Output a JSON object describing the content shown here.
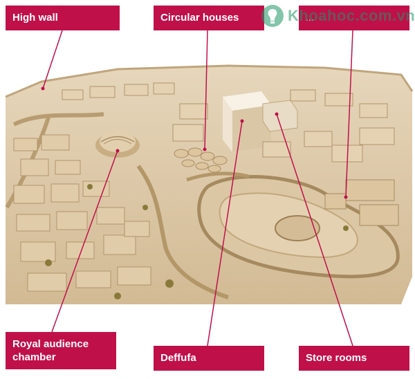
{
  "labels": {
    "high_wall": "High wall",
    "circular_houses": "Circular houses",
    "royal_audience_chamber": "Royal audience\nchamber",
    "deffufa": "Deffufa",
    "store_rooms": "Store rooms",
    "third_label_partial": "..."
  },
  "watermark": {
    "text": "Khoahoc.com.vn"
  },
  "colors": {
    "label_bg": "#c0104a",
    "label_text": "#ffffff",
    "model": "#d8c3a2",
    "leader": "#c0104a"
  }
}
